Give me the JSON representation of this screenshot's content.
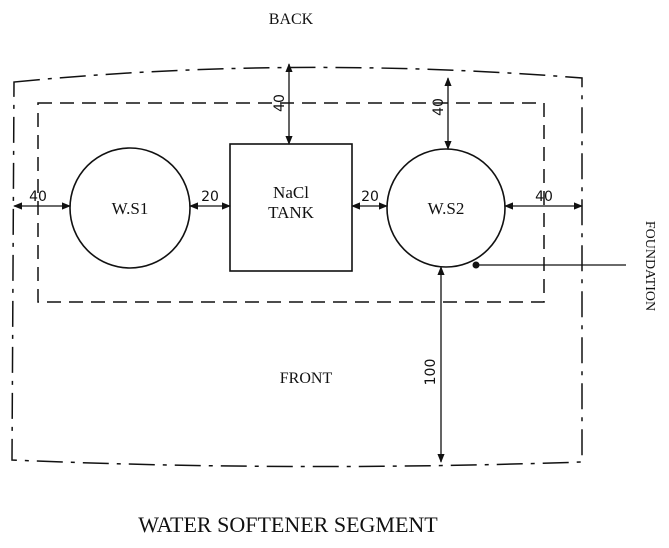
{
  "labels": {
    "back": "BACK",
    "front": "FRONT",
    "foundation": "FOUNDATION",
    "title": "WATER SOFTENER SEGMENT"
  },
  "components": {
    "softener_1": "W.S1",
    "softener_2": "W.S2",
    "tank_line1": "NaCl",
    "tank_line2": "TANK"
  },
  "dimensions": {
    "left_clearance": "40",
    "ws1_to_tank": "20",
    "tank_to_ws2": "20",
    "right_clearance": "40",
    "tank_back_clearance": "40",
    "ws2_back_clearance": "40",
    "front_clearance": "100"
  }
}
